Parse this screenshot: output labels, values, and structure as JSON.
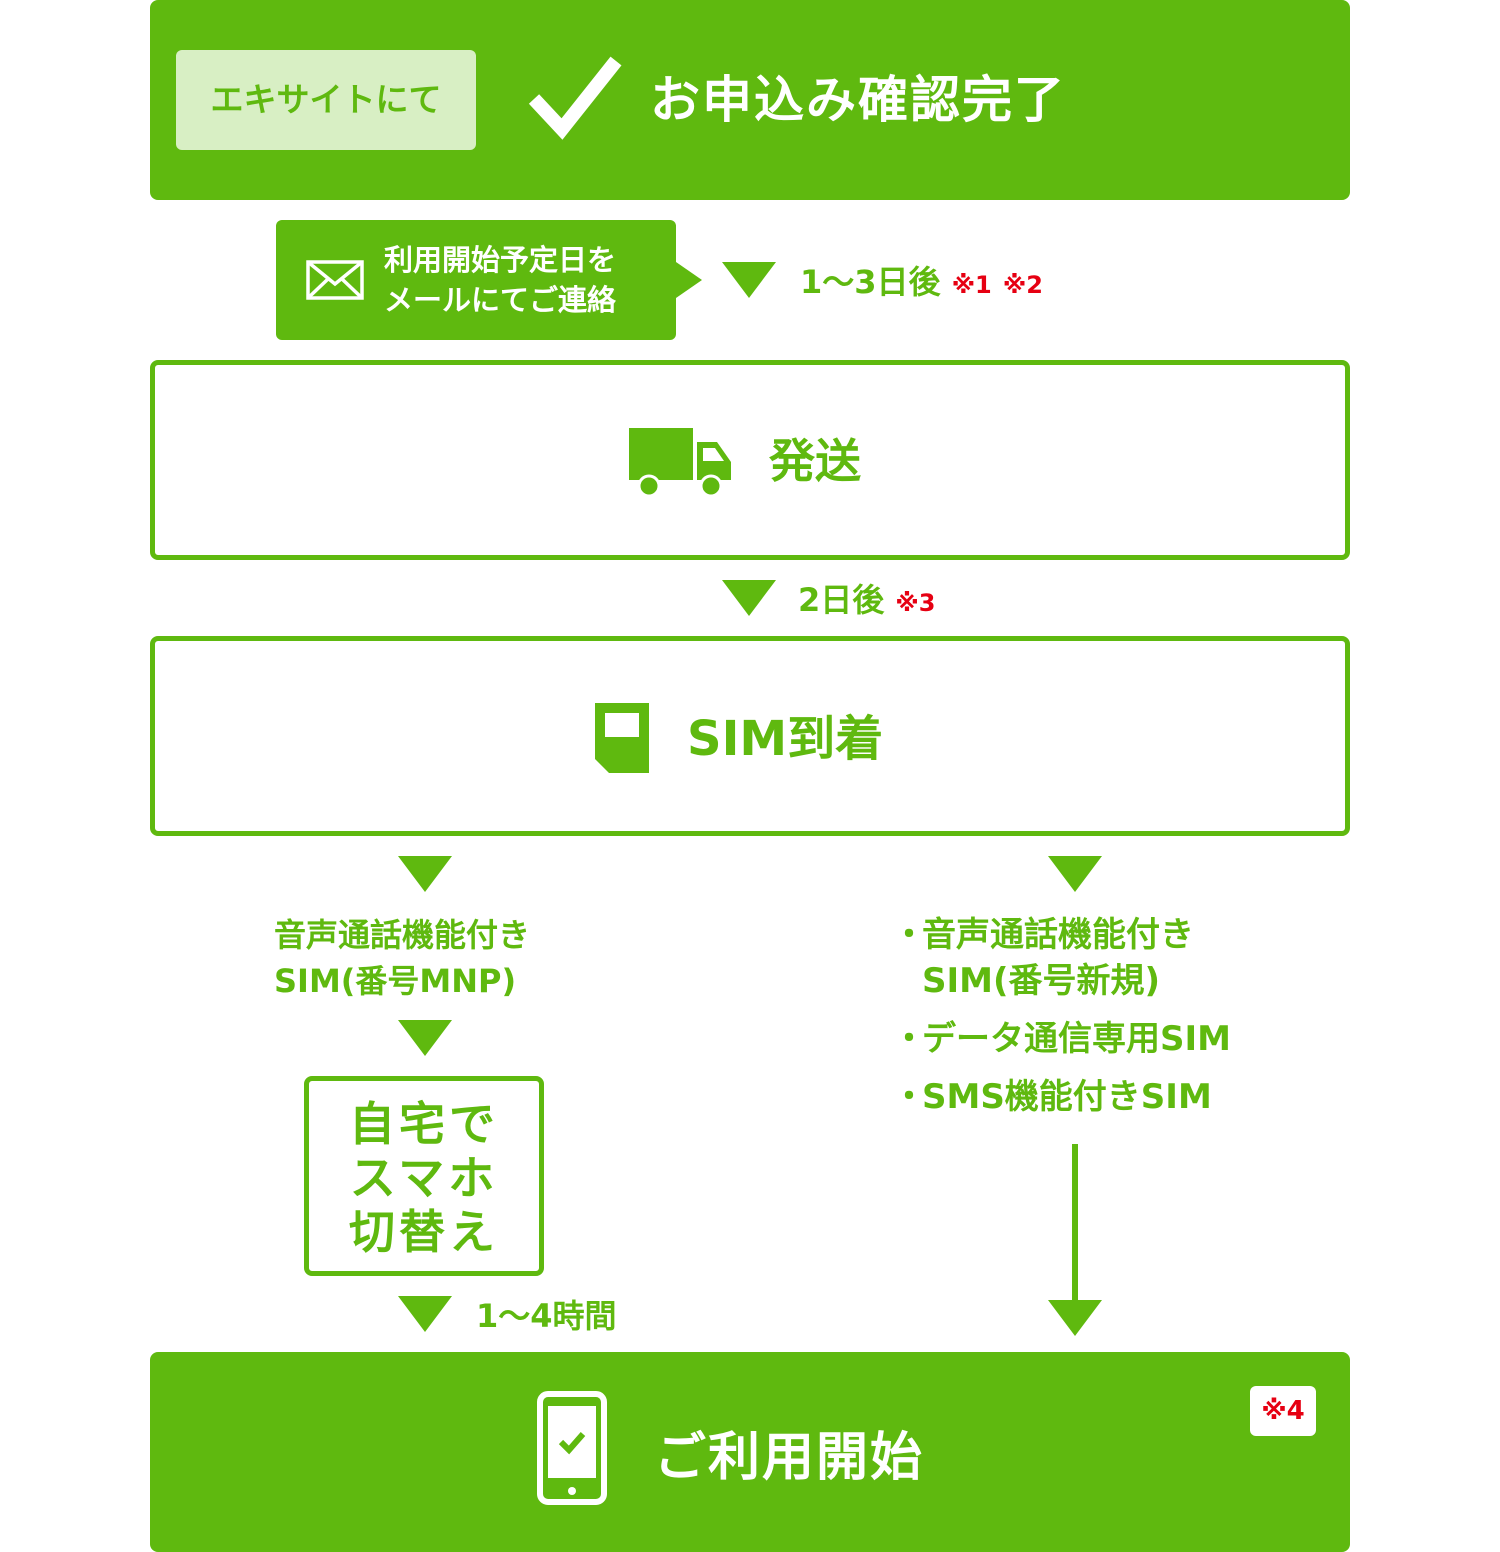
{
  "colors": {
    "primary": "#5fb90f",
    "badge_bg": "#d8efc4",
    "note_red": "#e60012",
    "white": "#ffffff"
  },
  "step1": {
    "badge": "エキサイトにて",
    "icon": "check-icon",
    "label": "お申込み確認完了"
  },
  "mail": {
    "icon": "mail-icon",
    "line1": "利用開始予定日を",
    "line2": "メールにてご連絡"
  },
  "lead1": {
    "text": "1〜3日後",
    "notes": [
      "※1",
      "※2"
    ]
  },
  "step2": {
    "icon": "truck-icon",
    "label": "発送"
  },
  "lead2": {
    "text": "2日後",
    "note": "※3"
  },
  "step3": {
    "icon": "sim-card-icon",
    "label": "SIM到着"
  },
  "left_branch": {
    "plan_line1": "音声通話機能付き",
    "plan_line2": "SIM(番号MNP)",
    "home": {
      "line1": "自宅で",
      "line2": "スマホ",
      "line3": "切替え"
    },
    "lead": "1〜4時間"
  },
  "right_branch": {
    "bullet": "・",
    "items": [
      {
        "line1": "音声通話機能付き",
        "line2": "SIM(番号新規)"
      },
      {
        "line1": "データ通信専用SIM"
      },
      {
        "line1": "SMS機能付きSIM"
      }
    ]
  },
  "step4": {
    "icon": "smartphone-check-icon",
    "label": "ご利用開始",
    "note": "※4"
  }
}
